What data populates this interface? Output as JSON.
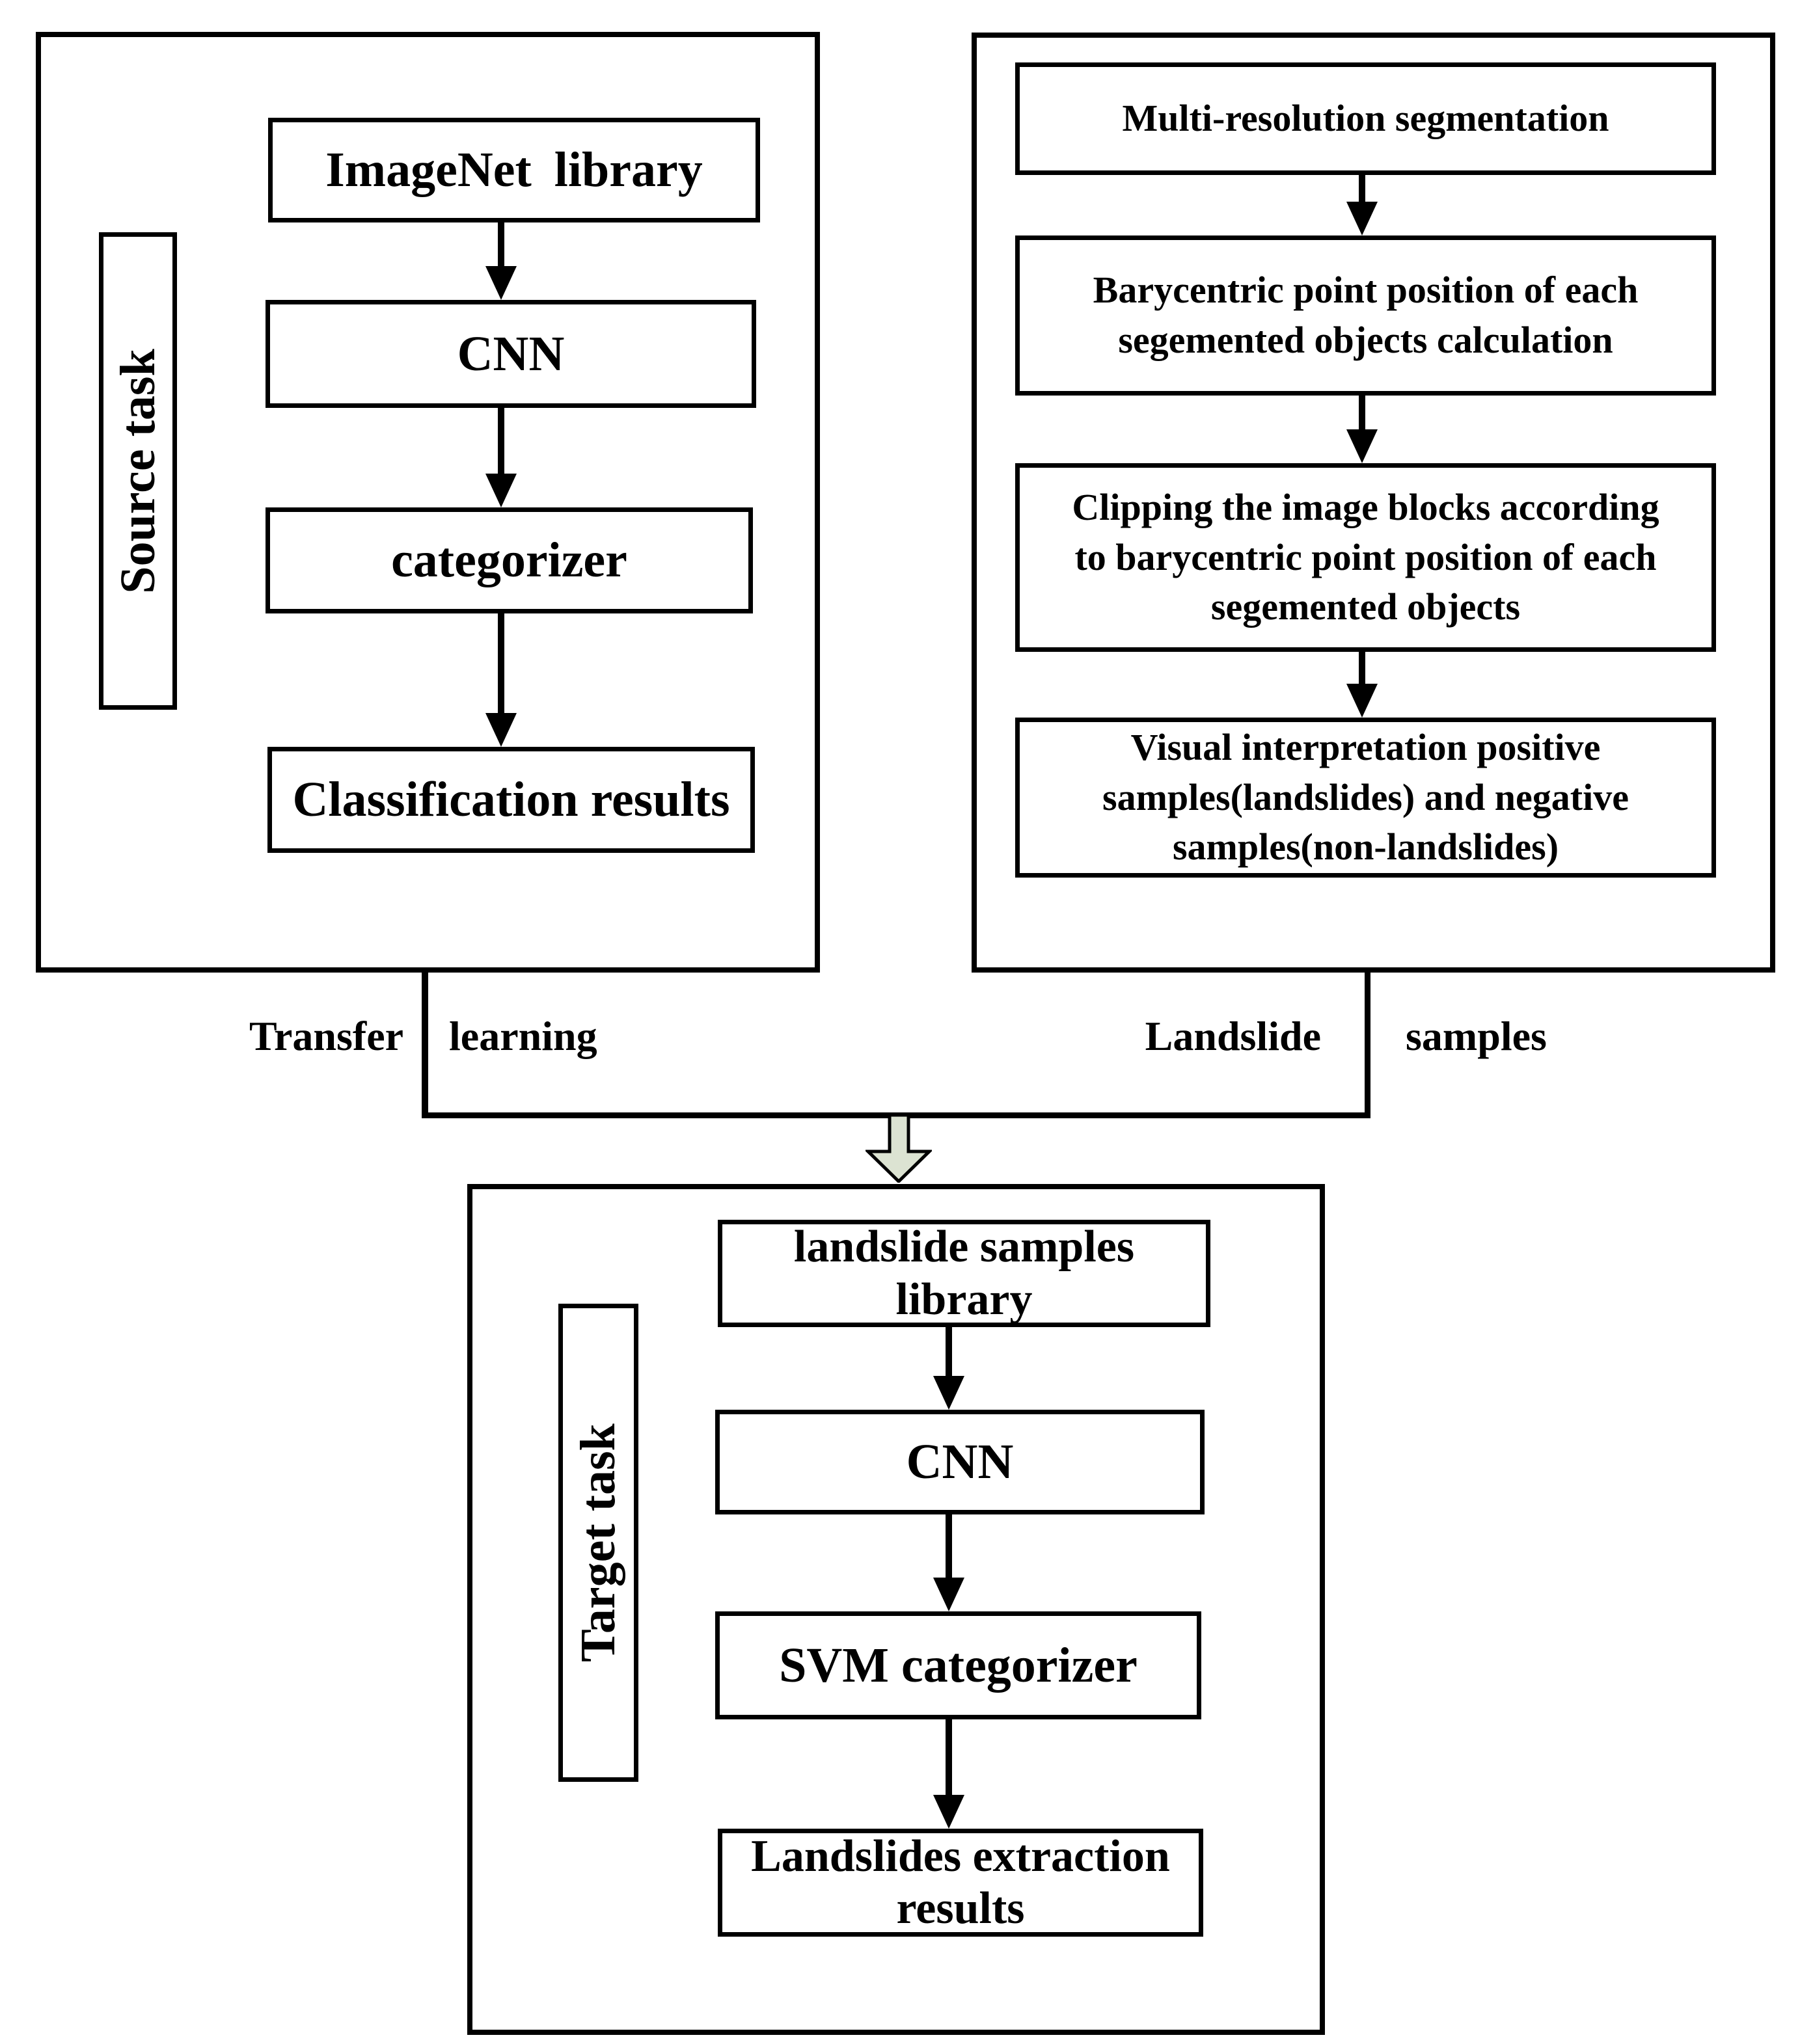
{
  "colors": {
    "ink": "#000000",
    "paper": "#ffffff",
    "block_arrow_fill": "#dce3d2"
  },
  "source_panel": {
    "side_label": "Source task",
    "boxes": {
      "imagenet": "ImageNet library",
      "cnn": "CNN",
      "categorizer": "categorizer",
      "classification": "Classification results"
    }
  },
  "samples_panel": {
    "boxes": {
      "segmentation": "Multi-resolution segmentation",
      "barycentric": [
        "Barycentric point position of each",
        "segemented objects calculation"
      ],
      "clipping": [
        "Clipping the image blocks according",
        "to barycentric point position of each",
        "segemented objects"
      ],
      "visual": [
        "Visual interpretation positive",
        "samples(landslides) and negative",
        "samples(non-landslides)"
      ]
    }
  },
  "connector": {
    "transfer": "Transfer",
    "learning": "learning",
    "landslide": "Landslide",
    "samples": "samples"
  },
  "target_panel": {
    "side_label": "Target task",
    "boxes": {
      "library": [
        "landslide samples",
        "library"
      ],
      "cnn": "CNN",
      "svm": "SVM categorizer",
      "extraction": [
        "Landslides extraction",
        "results"
      ]
    }
  }
}
